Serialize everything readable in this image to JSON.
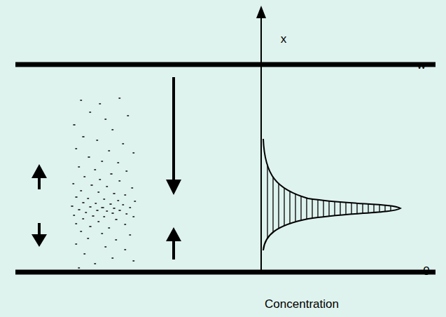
{
  "diagram": {
    "labels": [
      "x",
      "w",
      "0",
      "Concentration"
    ]
  }
}
